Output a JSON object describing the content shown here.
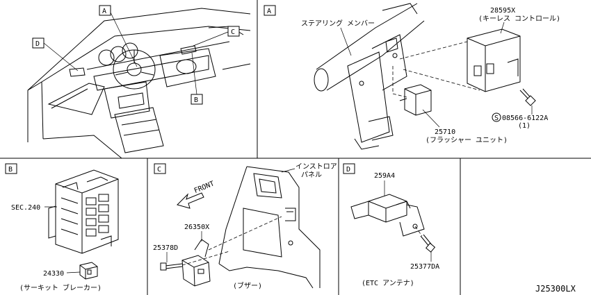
{
  "panels": {
    "overview": {
      "callouts": [
        "A",
        "B",
        "C",
        "D"
      ]
    },
    "A": {
      "tag": "A",
      "steering_member": "ステアリング メンバー",
      "keyless_part": "28595X",
      "keyless_name": "(キーレス コントロール)",
      "bolt_circle": "S",
      "bolt_part": "08566-6122A",
      "bolt_qty": "(1)",
      "flasher_part": "25710",
      "flasher_name": "(フラッシャー ユニット)"
    },
    "B": {
      "tag": "B",
      "sec_ref": "SEC.240",
      "breaker_part": "24330",
      "breaker_name": "(サーキット ブレーカー)"
    },
    "C": {
      "tag": "C",
      "front": "FRONT",
      "panel_name_1": "インストロア",
      "panel_name_2": "パネル",
      "buzzer_part": "26350X",
      "screw_part": "25378D",
      "buzzer_name": "(ブザー)"
    },
    "D": {
      "tag": "D",
      "antenna_part": "259A4",
      "screw_part": "25377DA",
      "antenna_name": "(ETC アンテナ)"
    }
  },
  "diagram_code": "J25300LX"
}
